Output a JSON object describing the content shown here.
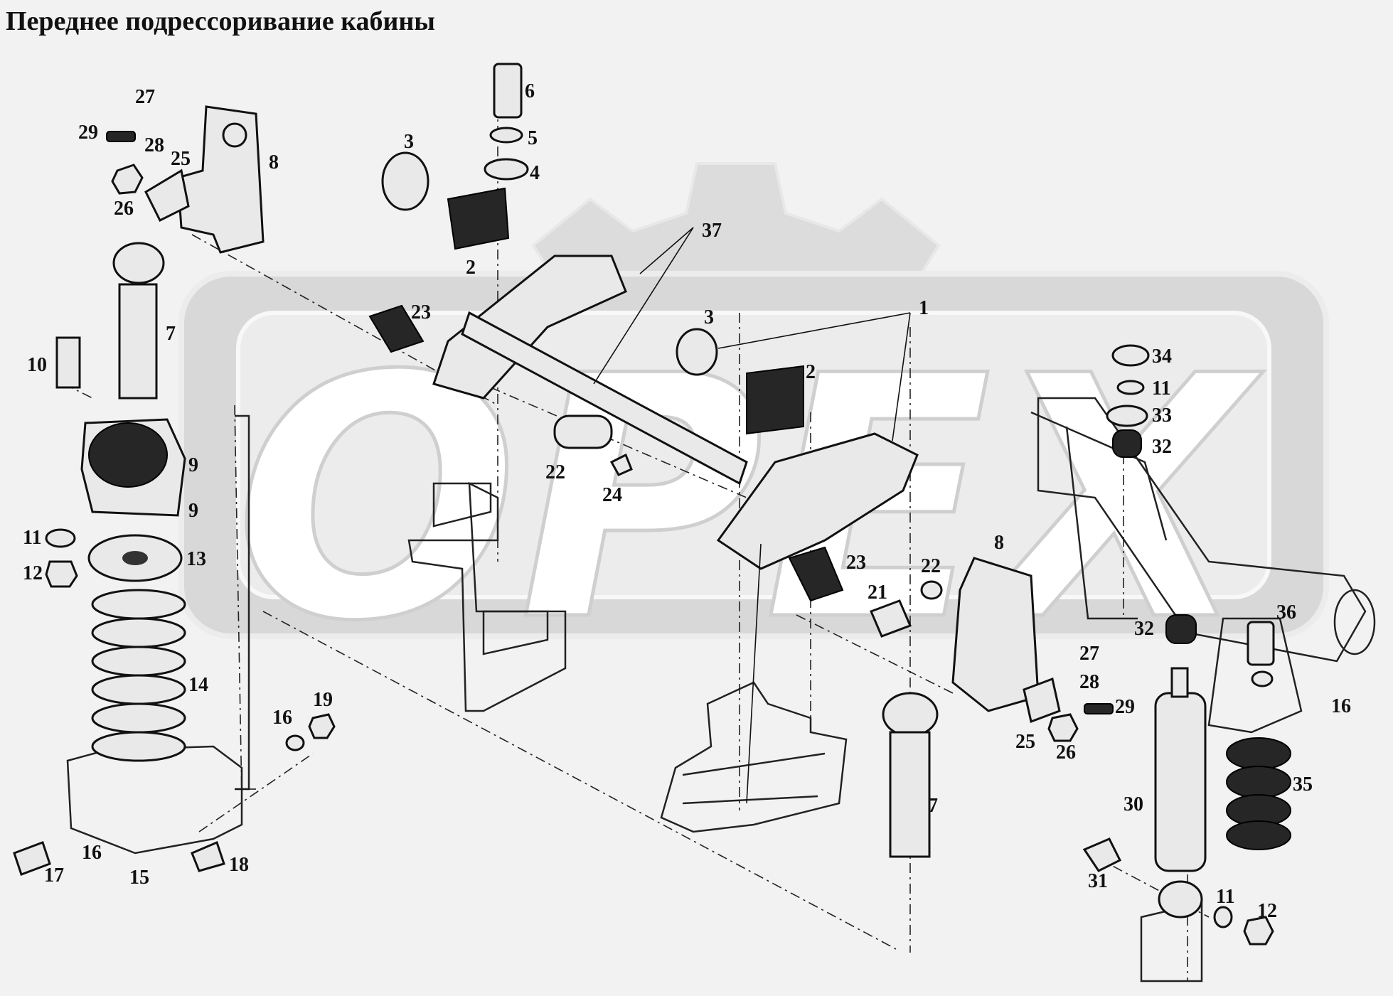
{
  "title": "Переднее подрессоривание кабины",
  "watermark": "OPEX",
  "colors": {
    "background": "#f2f2f2",
    "ink": "#111111",
    "watermark_fill": "#d9d9d9",
    "watermark_outline": "#e6e6e6"
  },
  "callouts": [
    "27",
    "29",
    "28",
    "25",
    "8",
    "26",
    "7",
    "10",
    "9",
    "9",
    "11",
    "12",
    "13",
    "14",
    "16",
    "17",
    "15",
    "18",
    "16",
    "19",
    "3",
    "6",
    "5",
    "4",
    "2",
    "37",
    "23",
    "22",
    "24",
    "3",
    "1",
    "2",
    "23",
    "8",
    "21",
    "22",
    "27",
    "28",
    "29",
    "25",
    "26",
    "7",
    "34",
    "11",
    "33",
    "32",
    "32",
    "36",
    "16",
    "35",
    "30",
    "31",
    "11",
    "12"
  ]
}
